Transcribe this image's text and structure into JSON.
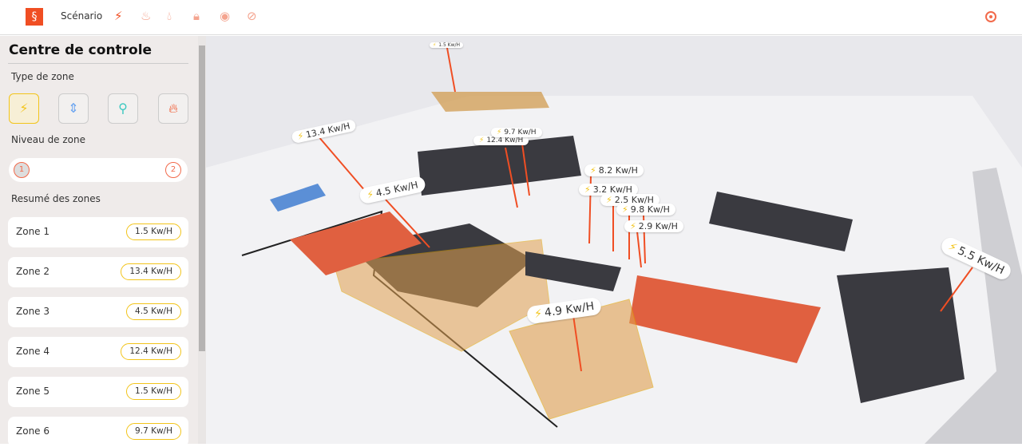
{
  "header": {
    "logo": "§",
    "scenario": "Scénario",
    "icons": [
      "lightning-icon",
      "fire-icon",
      "drop-icon",
      "lock-icon",
      "webcam-icon",
      "compass-icon"
    ]
  },
  "sidebar": {
    "title": "Centre de controle",
    "zone_type_label": "Type de zone",
    "zone_types": [
      "electricity",
      "air",
      "water",
      "gas"
    ],
    "zone_level_label": "Niveau de zone",
    "levels": [
      "1",
      "2"
    ],
    "summary_label": "Resumé des zones",
    "zones": [
      {
        "name": "Zone 1",
        "value": "1.5 Kw/H"
      },
      {
        "name": "Zone 2",
        "value": "13.4 Kw/H"
      },
      {
        "name": "Zone 3",
        "value": "4.5 Kw/H"
      },
      {
        "name": "Zone 4",
        "value": "12.4 Kw/H"
      },
      {
        "name": "Zone 5",
        "value": "1.5 Kw/H"
      },
      {
        "name": "Zone 6",
        "value": "9.7 Kw/H"
      }
    ]
  },
  "map": {
    "labels": [
      "1.5 Kw/H",
      "13.4 Kw/H",
      "4.5 Kw/H",
      "12.4 Kw/H",
      "9.7 Kw/H",
      "8.2 Kw/H",
      "3.2 Kw/H",
      "2.5 Kw/H",
      "9.8 Kw/H",
      "2.9 Kw/H",
      "4.9 Kw/H",
      "5.5 Kw/H"
    ]
  },
  "colors": {
    "accent": "#f04e23",
    "highlight": "#f2c41a"
  }
}
